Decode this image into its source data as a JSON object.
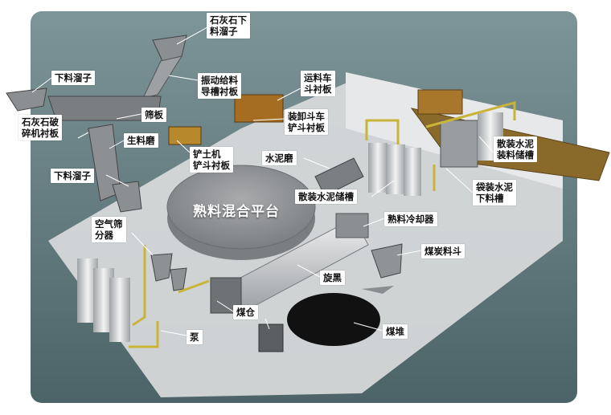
{
  "labels": {
    "limestone_chute": "石灰石下\n料溜子",
    "vibro_feeder": "振动给料\n导槽衬板",
    "chute_top_left": "下料溜子",
    "screen": "筛板",
    "limestone_crusher": "石灰石破\n碎机衬板",
    "raw_mill": "生料磨",
    "shovel_loader": "铲土机\n铲斗衬板",
    "chute_mid_left": "下料溜子",
    "air_separator": "空气筛\n分器",
    "pump": "泵",
    "truck_bucket": "运料车\n斗衬板",
    "loader_bucket": "装卸斗车\n铲斗衬板",
    "cement_mill": "水泥磨",
    "bulk_cement_silo": "散装水泥储槽",
    "bulk_cement_loading": "散装水泥\n装料储槽",
    "bagged_cement": "袋装水泥\n下料槽",
    "clinker_cooler": "熟料冷却器",
    "coal_hopper": "煤炭料斗",
    "rotary_kiln": "旋黑",
    "coal_bin": "煤仓",
    "coal_pile": "煤堆",
    "clinker_platform": "熟料混合平台"
  },
  "colors": {
    "background_panel": "#5f7a7e",
    "platform": "#dcdcdc",
    "label_bg": "#ffffff",
    "pipe": "#c9b43a"
  }
}
